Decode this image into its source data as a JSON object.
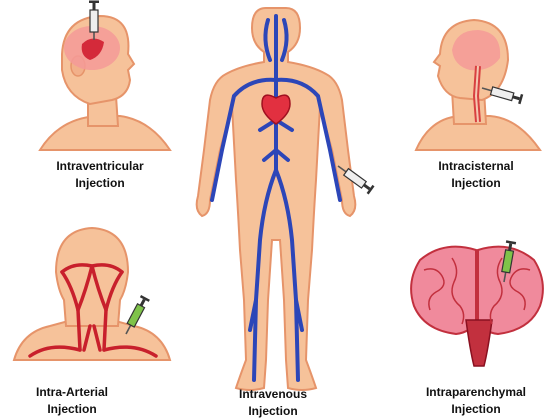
{
  "colors": {
    "skin": "#f6c29a",
    "skin_outline": "#e6946a",
    "vein": "#2c46b8",
    "artery": "#c8202c",
    "heart": "#e23040",
    "brain_pink": "#f08a9c",
    "brain_red": "#c2303e",
    "syringe_barrel": "#eeeeee",
    "syringe_fluid": "#7fc34a",
    "caption_text": "#111111"
  },
  "panels": {
    "intraventricular": {
      "line1": "Intraventricular",
      "line2": "Injection",
      "icon": "head-with-ventricle-syringe"
    },
    "intracisternal": {
      "line1": "Intracisternal",
      "line2": "Injection",
      "icon": "head-with-neck-syringe"
    },
    "intravenous": {
      "line1": "Intravenous",
      "line2": "Injection",
      "icon": "body-veins-syringe"
    },
    "intra_arterial": {
      "line1": "Intra-Arterial",
      "line2": "Injection",
      "icon": "neck-arteries-syringe"
    },
    "intraparenchymal": {
      "line1": "Intraparenchymal",
      "line2": "Injection",
      "icon": "brain-syringe"
    }
  }
}
